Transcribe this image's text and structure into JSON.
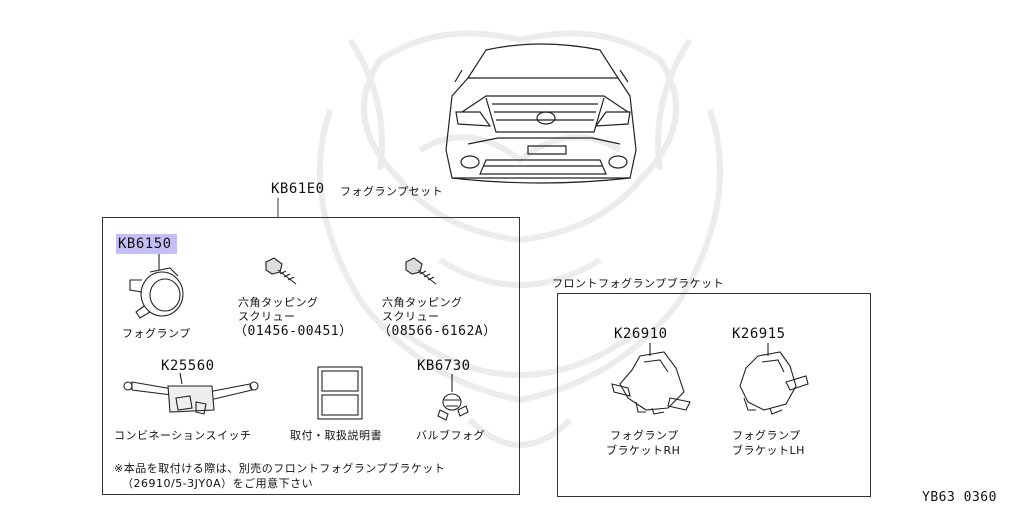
{
  "set": {
    "code": "KB61E0",
    "name": "フォグランプセット"
  },
  "fog_lamp": {
    "code_prefix": "KB615",
    "code_suffix": "0",
    "label": "フォグランプ"
  },
  "screw_1": {
    "line1": "六角タッピング",
    "line2": "スクリュー",
    "line3": "（01456-00451）"
  },
  "screw_2": {
    "line1": "六角タッピング",
    "line2": "スクリュー",
    "line3": "（08566-6162A）"
  },
  "switch": {
    "code": "K25560",
    "label": "コンビネーションスイッチ"
  },
  "manual": {
    "label": "取付・取扱説明書"
  },
  "bulb": {
    "code": "KB6730",
    "label": "バルブフォグ"
  },
  "note": {
    "line1": "※本品を取付ける際は、別売のフロントフォグランプブラケット",
    "line2": "（26910/5-3JY0A）をご用意下さい"
  },
  "bracket_group": {
    "title": "フロントフォグランプブラケット"
  },
  "bracket_rh": {
    "code": "K26910",
    "line1": "フォグランプ",
    "line2": "ブラケットRH"
  },
  "bracket_lh": {
    "code": "K26915",
    "line1": "フォグランプ",
    "line2": "ブラケットLH"
  },
  "diagram_id": "YB63 0360",
  "highlight_color": "#b8b4f2"
}
